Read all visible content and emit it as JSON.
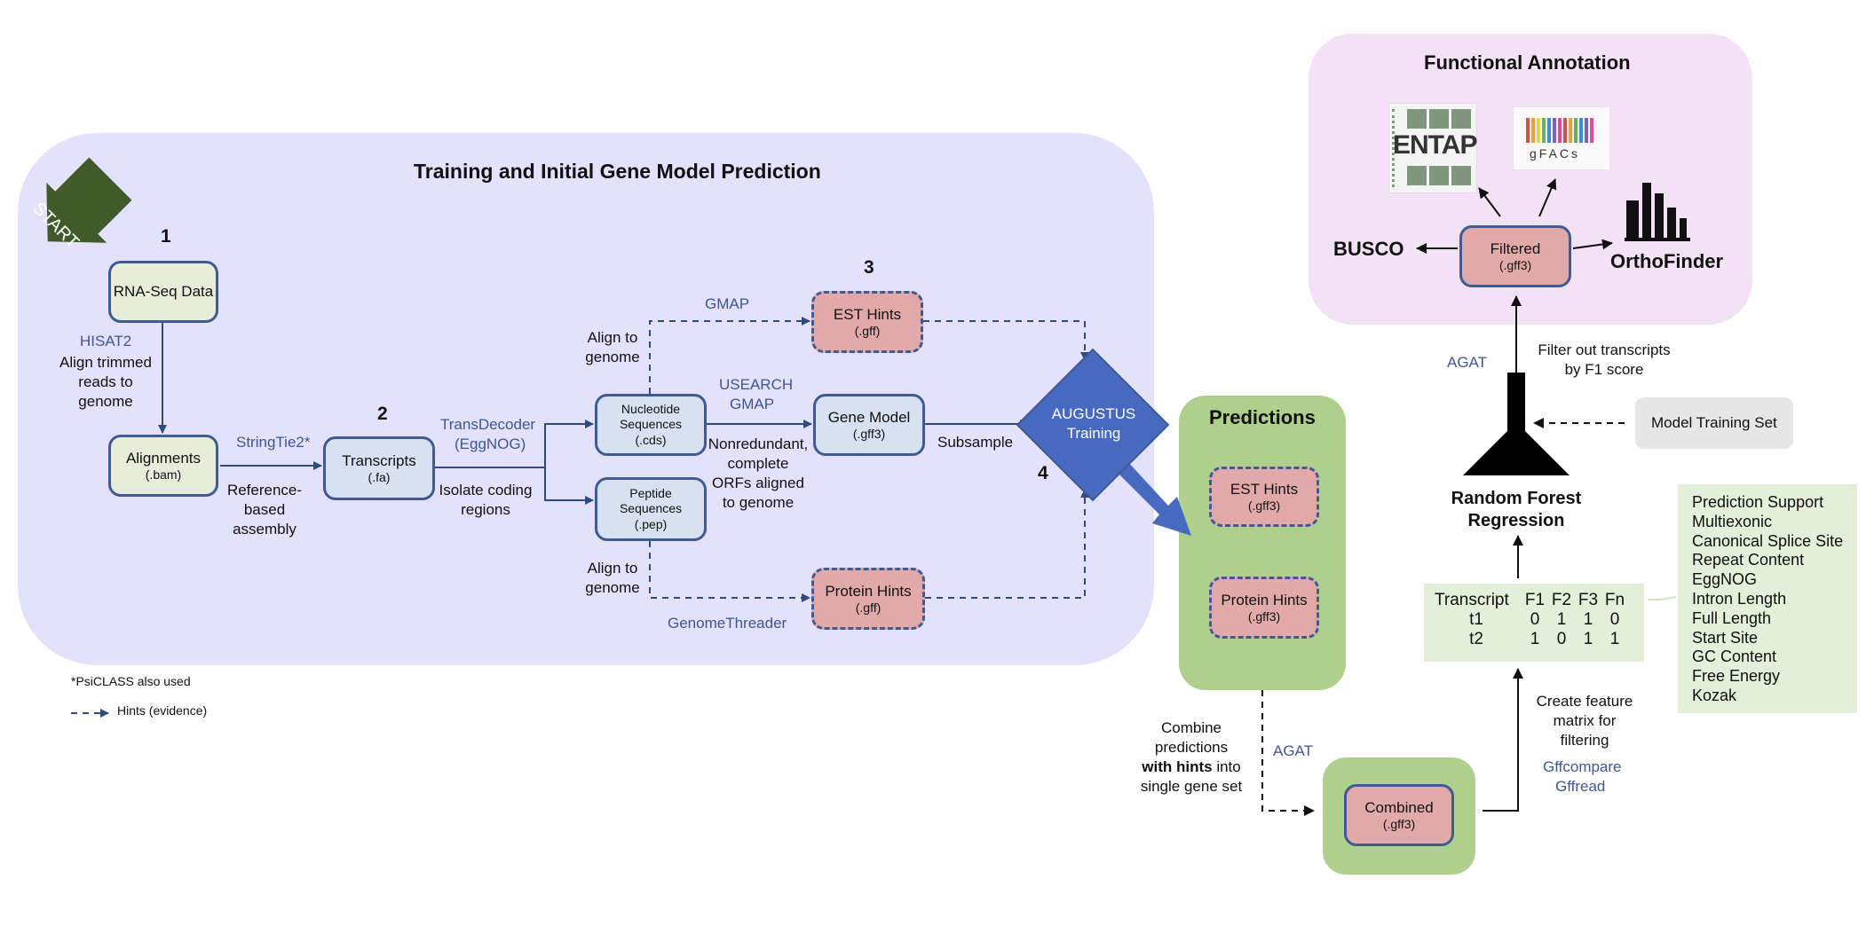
{
  "training": {
    "title": "Training and Initial Gene Model Prediction",
    "start": "START",
    "step1": "1",
    "step2": "2",
    "step3": "3",
    "step4": "4",
    "rnaseq": "RNA-Seq Data",
    "hisat2": "HISAT2",
    "align_trimmed": "Align trimmed reads to genome",
    "alignments": "Alignments",
    "alignments_ext": "(.bam)",
    "stringtie": "StringTie2*",
    "ref_based": "Reference-based assembly",
    "transcripts": "Transcripts",
    "transcripts_ext": "(.fa)",
    "transdecoder": "TransDecoder",
    "eggnog": "(EggNOG)",
    "isolate": "Isolate coding regions",
    "nucleotide": "Nucleotide Sequences",
    "nucleotide_ext": "(.cds)",
    "peptide": "Peptide Sequences",
    "peptide_ext": "(.pep)",
    "align_genome_top": "Align to genome",
    "align_genome_bottom": "Align to genome",
    "gmap_top": "GMAP",
    "usearch": "USEARCH",
    "gmap_mid": "GMAP",
    "genomethreader": "GenomeThreader",
    "est_hints": "EST Hints",
    "est_hints_ext": "(.gff)",
    "gene_model": "Gene Model",
    "gene_model_ext": "(.gff3)",
    "nonredundant": "Nonredundant, complete ORFs aligned to genome",
    "protein_hints": "Protein Hints",
    "protein_hints_ext": "(.gff)",
    "subsample": "Subsample",
    "augustus": "AUGUSTUS Training"
  },
  "legend": {
    "psiclass": "*PsiCLASS also used",
    "hints": "Hints (evidence)"
  },
  "predictions": {
    "title": "Predictions",
    "est": "EST Hints",
    "est_ext": "(.gff3)",
    "protein": "Protein Hints",
    "protein_ext": "(.gff3)",
    "combine_text_1": "Combine predictions",
    "combine_bold": "with hints",
    "combine_text_2": "into single gene set",
    "agat": "AGAT",
    "combined": "Combined",
    "combined_ext": "(.gff3)"
  },
  "filtering": {
    "create_feature": "Create feature matrix for filtering",
    "gffcompare": "Gffcompare",
    "gffread": "Gffread",
    "matrix": {
      "headers": [
        "Transcript",
        "F1",
        "F2",
        "F3",
        "Fn"
      ],
      "rows": [
        [
          "t1",
          "0",
          "1",
          "1",
          "0"
        ],
        [
          "t2",
          "1",
          "0",
          "1",
          "1"
        ]
      ]
    },
    "features": [
      "Prediction Support",
      "Multiexonic",
      "Canonical Splice Site",
      "Repeat Content",
      "EggNOG",
      "Intron Length",
      "Full Length",
      "Start Site",
      "GC Content",
      "Free Energy",
      "Kozak"
    ],
    "rf": "Random Forest Regression",
    "model_training": "Model Training Set",
    "agat": "AGAT",
    "filter_text": "Filter out transcripts by F1 score"
  },
  "functional": {
    "title": "Functional Annotation",
    "filtered": "Filtered",
    "filtered_ext": "(.gff3)",
    "busco": "BUSCO",
    "orthofinder": "OrthoFinder",
    "entap": "ENTAP",
    "gfacs": "gFACs"
  },
  "colors": {
    "training_bg": "#e3e1fb",
    "functional_bg": "#f3e1f5",
    "predictions_bg": "#afcf8c",
    "node_border": "#3e5b94",
    "tool_text": "#3e5694",
    "augustus": "#4769bf",
    "start_arrow": "#3f5b2a"
  }
}
